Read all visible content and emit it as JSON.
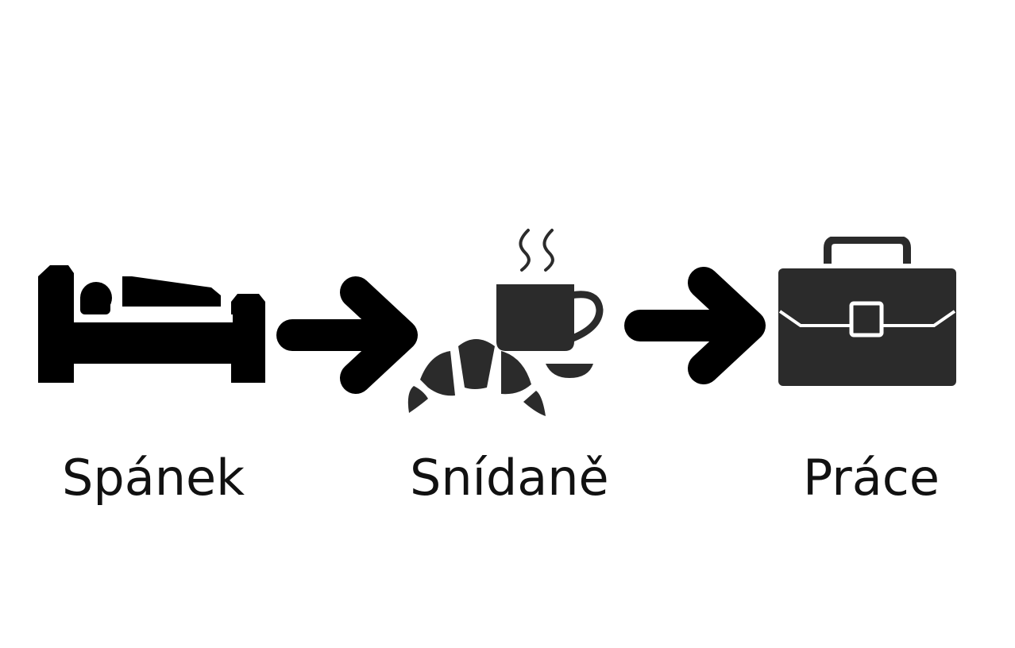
{
  "steps": [
    {
      "label": "Spánek",
      "icon": "bed-icon"
    },
    {
      "label": "Snídaně",
      "icon": "breakfast-icon"
    },
    {
      "label": "Práce",
      "icon": "briefcase-icon"
    }
  ],
  "connectors": [
    "arrow-right-icon",
    "arrow-right-icon"
  ],
  "colors": {
    "background": "#ffffff",
    "icon": "#000000",
    "icon_soft": "#2b2b2b",
    "text": "#111111"
  }
}
